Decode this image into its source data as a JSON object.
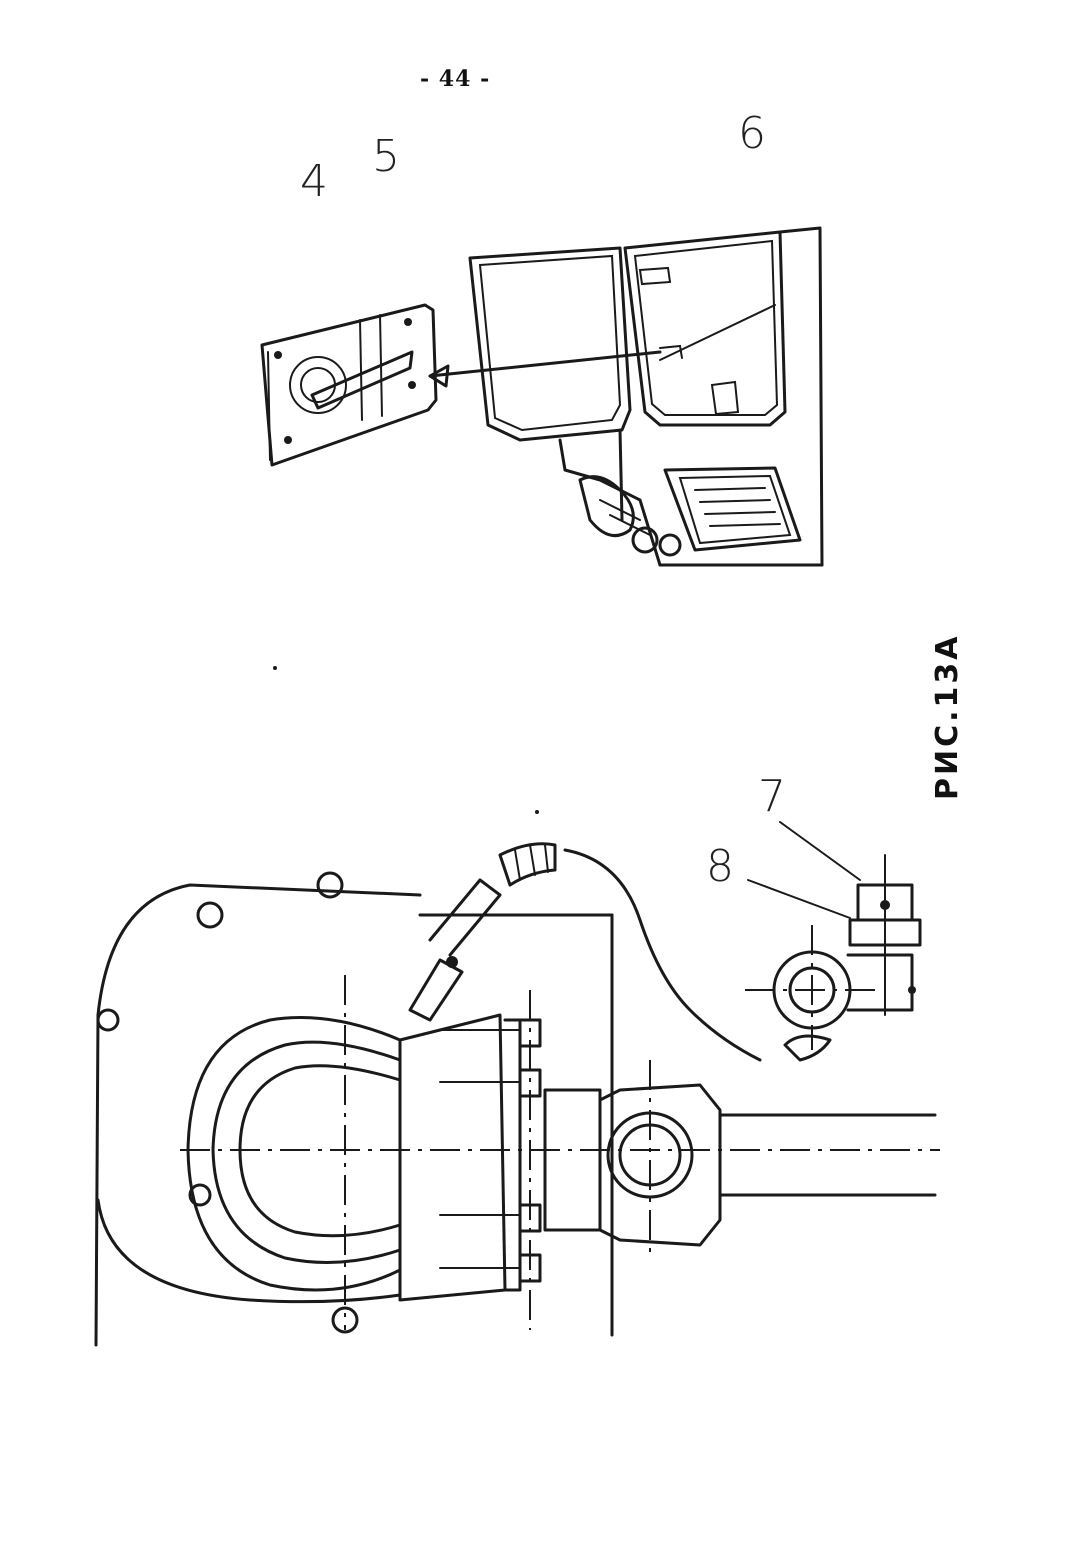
{
  "page": {
    "number": "- 44 -"
  },
  "figure": {
    "caption": "РИС.13А",
    "callouts": [
      "4",
      "5",
      "6",
      "7",
      "8"
    ]
  },
  "colors": {
    "ink": "#1a1a1a",
    "paper": "#ffffff"
  }
}
